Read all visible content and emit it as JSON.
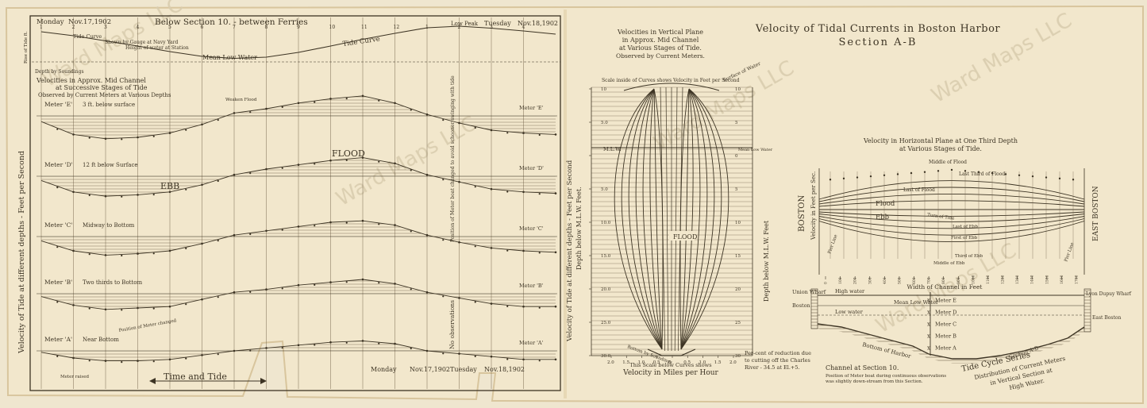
{
  "colors": {
    "paper": "#f2e7cc",
    "paper_edge": "#d8c59d",
    "ink": "#3d3424",
    "grid": "#6b5c44",
    "shade": "#8c7c5f"
  },
  "watermark": "Ward Maps LLC",
  "header": {
    "title": "Velocity of Tidal Currents in Boston Harbor",
    "subtitle": "Section A-B"
  },
  "left_panel": {
    "day1": "Monday",
    "date1": "Nov.17,1902",
    "below_section": "Below Section 10. - between Ferries",
    "low_peak": "Low Peak",
    "day2": "Tuesday",
    "date2": "Nov.18,1902",
    "rise_label": "Rise of Tide ft.",
    "tide_curve_1": "Tide Curve",
    "tide_curve_2": "Tide Curve",
    "gauge_note": "Shown by Gauge at Navy Yard",
    "height_note": "Height of water at Station",
    "mean_low_water": "Mean Low Water",
    "depth_soundings": "Depth by Soundings",
    "velocities_title_1": "Velocities in Approx. Mid Channel",
    "velocities_title_2": "at Successive Stages of Tide",
    "velocities_title_3": "Observed by Current Meters at Various Depths",
    "left_axis": "Velocity of Tide at different depths - Feet per Second",
    "right_axis": "Velocity of Tide at different depths - Feet per Second",
    "ebb": "EBB",
    "flood": "FLOOD",
    "flood_small": "Weaken Flood",
    "note_position": "Position of Meter boat changed to avoid schooner swinging with tide",
    "no_obs": "No observations",
    "meter_raised": "Meter raised",
    "position_meter": "Position of Meter changed",
    "time_and_tide": "Time and Tide",
    "bottom_day1": "Monday",
    "bottom_date1": "Nov.17,1902",
    "bottom_day2": "Tuesday",
    "bottom_date2": "Nov.18,1902",
    "meters": [
      {
        "tag": "Meter 'E'",
        "desc": "3 ft. below surface",
        "right_tag": "Meter 'E'"
      },
      {
        "tag": "Meter 'D'",
        "desc": "12 ft below Surface",
        "right_tag": "Meter 'D'"
      },
      {
        "tag": "Meter 'C'",
        "desc": "Midway to Bottom",
        "right_tag": "Meter 'C'"
      },
      {
        "tag": "Meter 'B'",
        "desc": "Two thirds to Bottom",
        "right_tag": "Meter 'B'"
      },
      {
        "tag": "Meter 'A'",
        "desc": "Near Bottom",
        "right_tag": "Meter 'A'"
      }
    ],
    "hour_ticks": [
      "1",
      "2",
      "3",
      "4",
      "5",
      "6",
      "7",
      "8",
      "9",
      "10",
      "11",
      "12",
      "1",
      "2",
      "3",
      "4"
    ]
  },
  "vertical_panel": {
    "title_1": "Velocities in Vertical Plane",
    "title_2": "in Approx. Mid Channel",
    "title_3": "at Various Stages of Tide.",
    "title_4": "Observed by Current Meters.",
    "scale_note": "Scale inside of Curves shows Velocity in Feet per Second",
    "surface_water": "Surface of Water",
    "mlw": "M.L.W.",
    "mean_low_water": "Mean Low Water",
    "flood": "FLOOD",
    "bottom_by_soundings": "Bottom by Soundings",
    "left_axis": "Depth below M.L.W. Feet.",
    "right_axis": "Depth below M.L.W. Feet",
    "x_caption_1": "This Scale below Curves shows",
    "x_caption_2": "Velocity in Miles per Hour",
    "depth_ticks": [
      "10",
      "5.0",
      "M.L.W.",
      "5.0",
      "10.0",
      "15.0",
      "20.0",
      "25.0",
      "30.0"
    ],
    "right_ticks": [
      "10",
      "5",
      "0",
      "5",
      "10",
      "15",
      "20",
      "25",
      "30"
    ],
    "mph_ticks": [
      "2.0",
      "1.5",
      "1.0",
      "0.5",
      "0",
      "0.5",
      "1.0",
      "1.5",
      "2.0"
    ],
    "note_reduction_1": "Per-cent of reduction due",
    "note_reduction_2": "to cutting off the Charles",
    "note_reduction_3": "River - 34.5 at El.+5."
  },
  "horizontal_panel": {
    "title_1": "Velocity in Horizontal Plane at One Third Depth",
    "title_2": "at Various Stages of Tide.",
    "y_axis": "Velocity in Feet per Sec.",
    "boston": "BOSTON",
    "east_boston": "EAST BOSTON",
    "pier_line_left": "Pier Line",
    "pier_line_right": "Pier Line",
    "curve_labels": [
      "Middle of Flood",
      "Last Third of Flood",
      "Last of Flood",
      "Flood",
      "Ebb",
      "Turn of Tide",
      "Last of Ebb",
      "First of Ebb",
      "Third of Ebb",
      "Middle of Ebb"
    ],
    "width_caption": "Width of Channel in Feet",
    "width_ticks": [
      "0",
      "100",
      "200",
      "300",
      "400",
      "500",
      "600",
      "700",
      "800",
      "900",
      "1000",
      "1100",
      "1200",
      "1300",
      "1400",
      "1500",
      "1600",
      "1700"
    ],
    "union_wharf": "Union Wharf",
    "boston_small": "Boston",
    "lyon_wharf": "Lyon Dupuy Wharf",
    "east_boston_small": "East Boston",
    "high_water": "High water",
    "mean_low_water": "Mean Low Water",
    "low_water": "Low water",
    "bottom_of_harbor": "Bottom of Harbor",
    "section_ab": "Section A-B",
    "meter_labels": [
      "Meter E",
      "Meter D",
      "Meter C",
      "Meter B",
      "Meter A"
    ]
  },
  "footer_right": {
    "channel": "Channel at Section 10.",
    "note_1": "Position of Meter boat during continuous observations",
    "note_2": "was slightly down-stream from this Section.",
    "series_title": "Tide Cycle Series",
    "series_1": "Distribution of Current Meters",
    "series_2": "in Vertical Section at",
    "series_3": "High Water."
  },
  "chart_data": [
    {
      "type": "line",
      "name_ref": "tide_curve",
      "x": [
        0,
        1,
        2,
        3,
        4,
        5,
        6,
        7,
        8,
        9,
        10,
        11,
        12,
        13,
        14,
        15,
        16
      ],
      "y": [
        9.2,
        8.2,
        6.9,
        5.6,
        4.2,
        3.0,
        2.5,
        2.8,
        4.0,
        5.6,
        7.3,
        8.8,
        10.2,
        10.6,
        10.1,
        9.4,
        8.6
      ],
      "xlabel": "Time and Tide",
      "ylabel": "Rise of Tide ft.",
      "ylim": [
        0,
        12
      ]
    },
    {
      "type": "line",
      "name_ref": "meter_velocities",
      "x": [
        0,
        1,
        2,
        3,
        4,
        5,
        6,
        7,
        8,
        9,
        10,
        11,
        12,
        13,
        14,
        15,
        16
      ],
      "series": [
        {
          "label_ref": "Meter 'E'",
          "values": [
            -0.4,
            -1.3,
            -1.6,
            -1.5,
            -1.2,
            -0.6,
            0.2,
            0.5,
            0.9,
            1.2,
            1.4,
            0.9,
            0.1,
            -0.5,
            -1.0,
            -1.2,
            -1.3
          ]
        },
        {
          "label_ref": "Meter 'D'",
          "values": [
            -0.3,
            -1.1,
            -1.4,
            -1.3,
            -1.1,
            -0.6,
            0.1,
            0.5,
            0.8,
            1.1,
            1.3,
            0.9,
            0.1,
            -0.4,
            -0.9,
            -1.1,
            -1.2
          ]
        },
        {
          "label_ref": "Meter 'C'",
          "values": [
            -0.3,
            -1.0,
            -1.3,
            -1.2,
            -1.0,
            -0.5,
            0.1,
            0.4,
            0.7,
            1.0,
            1.1,
            0.8,
            0.1,
            -0.4,
            -0.8,
            -1.0,
            -1.1
          ]
        },
        {
          "label_ref": "Meter 'B'",
          "values": [
            -0.2,
            -0.8,
            -1.1,
            -1.0,
            -0.9,
            -0.4,
            0.1,
            0.3,
            0.6,
            0.8,
            1.0,
            0.7,
            0.1,
            -0.3,
            -0.7,
            -0.9,
            -0.9
          ]
        },
        {
          "label_ref": "Meter 'A'",
          "values": [
            -0.1,
            -0.5,
            -0.7,
            -0.7,
            -0.6,
            -0.3,
            0.0,
            0.2,
            0.4,
            0.6,
            0.7,
            0.5,
            0.0,
            -0.2,
            -0.4,
            -0.6,
            -0.6
          ]
        }
      ],
      "ylim": [
        -2,
        2
      ]
    }
  ]
}
